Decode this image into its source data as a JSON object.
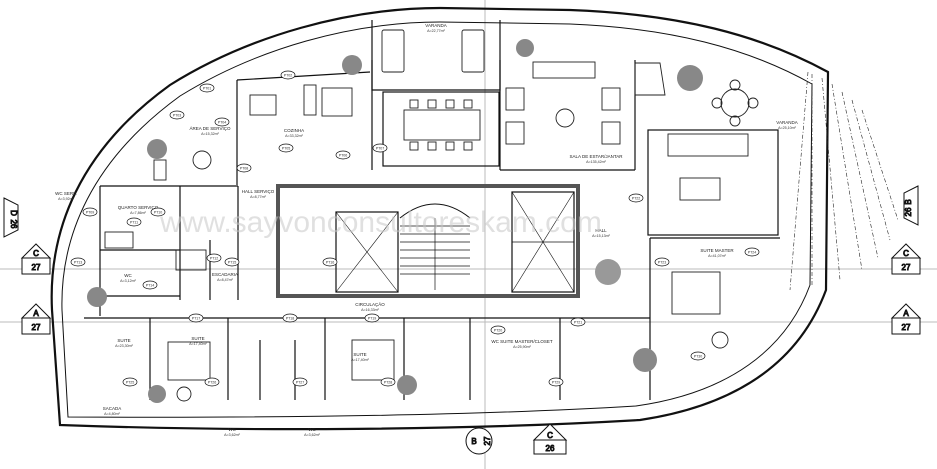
{
  "rooms": {
    "varanda_top": {
      "name": "VARANDA",
      "area": "A=22,77m²"
    },
    "varanda_right": {
      "name": "VARANDA",
      "area": "A=25,10m²"
    },
    "area_servico": {
      "name": "ÁREA DE SERVIÇO",
      "area": "A=15,32m²"
    },
    "cozinha": {
      "name": "COZINHA",
      "area": "A=33,32m²"
    },
    "sala": {
      "name": "SALA DE ESTAR/JANTAR",
      "area": "A=135,42m²"
    },
    "wc_serv": {
      "name": "WC SERV.",
      "area": "A=3,92m²"
    },
    "quarto_servico": {
      "name": "QUARTO SERVIÇO",
      "area": "A=7,86m²"
    },
    "hall_servico": {
      "name": "HALL SERVIÇO",
      "area": "A=8,77m²"
    },
    "wc": {
      "name": "WC",
      "area": "A=3,12m²"
    },
    "escadaria": {
      "name": "ESCADARIA",
      "area": "A=8,47m²"
    },
    "circulacao": {
      "name": "CIRCULAÇÃO",
      "area": "A=16,33m²"
    },
    "hall": {
      "name": "HALL",
      "area": "A=15,13m²"
    },
    "suite_master": {
      "name": "SUITE MASTER",
      "area": "A=41,07m²"
    },
    "suite1": {
      "name": "SUITE",
      "area": "A=23,30m²"
    },
    "suite2": {
      "name": "SUITE",
      "area": "A=17,40m²"
    },
    "suite3": {
      "name": "SUITE",
      "area": "A=17,40m²"
    },
    "closet": {
      "name": "WC SUITE MASTER/CLOSET",
      "area": "A=25,90m²"
    },
    "sacada": {
      "name": "SACADA",
      "area": "A=4,80m²"
    },
    "wc_a": {
      "name": "WC",
      "area": "A=3,62m²"
    },
    "wc_b": {
      "name": "WC",
      "area": "A=3,62m²"
    }
  },
  "markers": {
    "left_d": {
      "letter": "D",
      "num": "26"
    },
    "c_left": {
      "letter": "C",
      "num": "27"
    },
    "a_left": {
      "letter": "A",
      "num": "27"
    },
    "b_right": {
      "letter": "B",
      "num": "26"
    },
    "c_right": {
      "letter": "C",
      "num": "27"
    },
    "a_right": {
      "letter": "A",
      "num": "27"
    },
    "b_bottom": {
      "letter": "B",
      "num": "27"
    },
    "c_bottom": {
      "letter": "C",
      "num": "26"
    }
  },
  "tags": [
    "PT01",
    "PT02",
    "PT03",
    "PT04",
    "PT05",
    "PT06",
    "PT07",
    "PT08",
    "PT09",
    "PT10",
    "PT11",
    "PT12",
    "PT13",
    "PT14",
    "PT15",
    "PT16",
    "PT17",
    "PT18",
    "PT19",
    "PT20",
    "PT21",
    "PT22",
    "PT23",
    "PT24",
    "PT25",
    "PT26",
    "PT27",
    "PT28",
    "PT29",
    "PT30"
  ],
  "watermark": "www.sayvonconsultoreskam.com"
}
